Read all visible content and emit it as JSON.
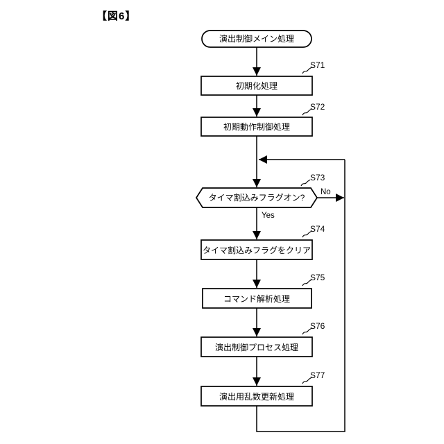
{
  "figure_label": "【図6】",
  "flowchart": {
    "start_label": "演出制御メイン処理",
    "decision_yes": "Yes",
    "decision_no": "No",
    "steps": [
      {
        "id": "S71",
        "label": "初期化処理"
      },
      {
        "id": "S72",
        "label": "初期動作制御処理"
      },
      {
        "id": "S73",
        "label": "タイマ割込みフラグオン?"
      },
      {
        "id": "S74",
        "label": "タイマ割込みフラグをクリア"
      },
      {
        "id": "S75",
        "label": "コマンド解析処理"
      },
      {
        "id": "S76",
        "label": "演出制御プロセス処理"
      },
      {
        "id": "S77",
        "label": "演出用乱数更新処理"
      }
    ]
  }
}
